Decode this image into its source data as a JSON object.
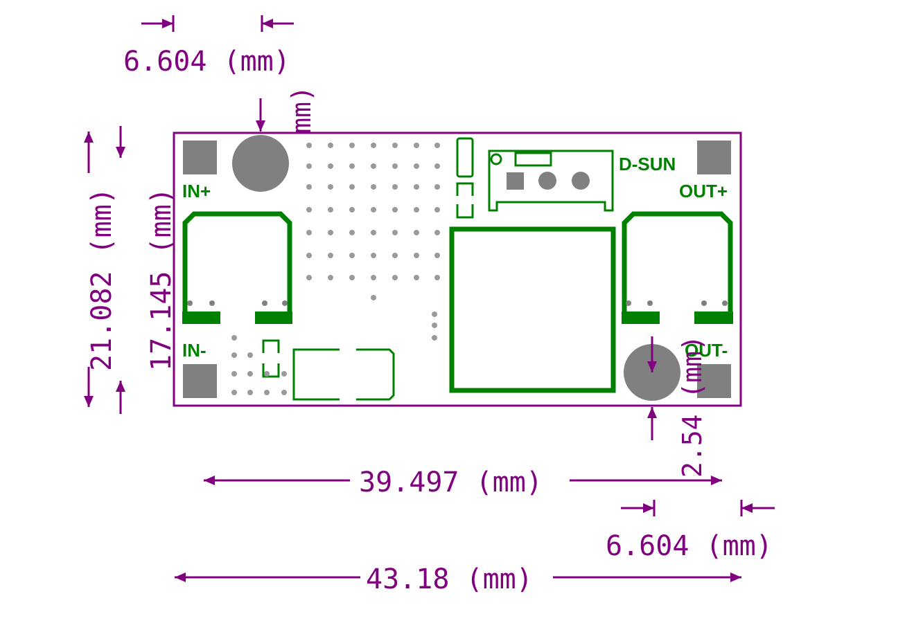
{
  "colors": {
    "dimension": "#800080",
    "silkscreen": "#008000",
    "pad": "#808080",
    "background": "#ffffff"
  },
  "dimensions": {
    "top_hole_offset": "6.604 (mm)",
    "top_hole_spacing": "2.54 (mm)",
    "total_height": "21.082 (mm)",
    "inner_height": "17.145 (mm)",
    "hole_span": "39.497 (mm)",
    "bottom_hole_offset": "6.604 (mm)",
    "bottom_hole_spacing": "2.54 (mm)",
    "total_width": "43.18 (mm)"
  },
  "board": {
    "brand": "D-SUN",
    "labels": {
      "in_plus": "IN+",
      "in_minus": "IN-",
      "out_plus": "OUT+",
      "out_minus": "OUT-"
    }
  }
}
